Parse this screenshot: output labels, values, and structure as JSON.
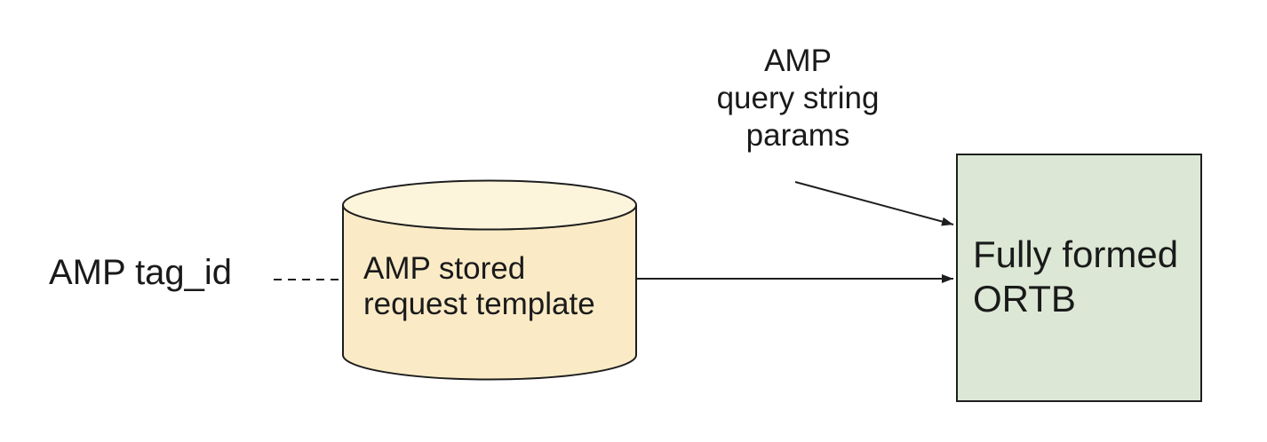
{
  "diagram": {
    "input_label": "AMP tag_id",
    "datastore_label": "AMP stored\nrequest template",
    "annotation_label": "AMP\nquery string\nparams",
    "output_label": "Fully formed\nORTB",
    "colors": {
      "datastore_body_fill": "#FAEBC6",
      "datastore_top_fill": "#FDF4DC",
      "output_box_fill": "#DCE8D5",
      "stroke": "#1e1e1e",
      "text": "#1a1a1a"
    },
    "edges": [
      {
        "from": "amp-tag-id-label",
        "to": "datastore-cylinder",
        "style": "dashed",
        "arrowhead": false
      },
      {
        "from": "datastore-cylinder",
        "to": "output-box",
        "style": "solid",
        "arrowhead": true
      },
      {
        "from": "annotation-label",
        "to": "output-box",
        "style": "solid",
        "arrowhead": true
      }
    ]
  }
}
